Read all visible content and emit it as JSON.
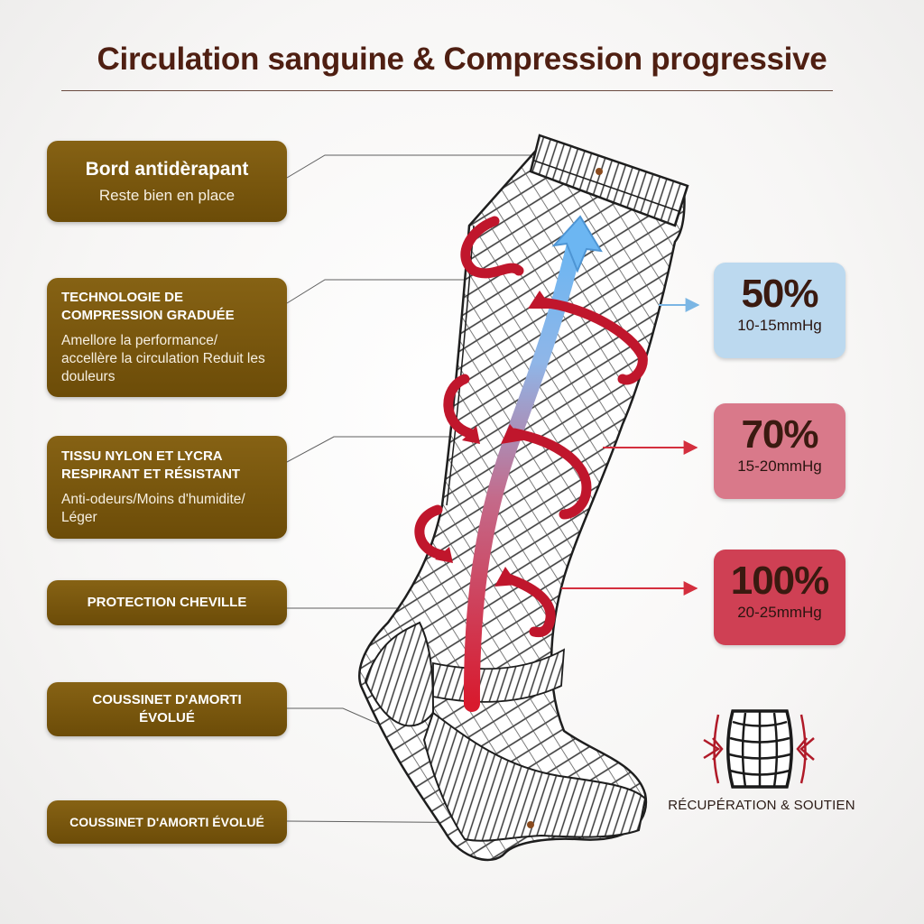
{
  "title": "Circulation sanguine & Compression progressive",
  "features": [
    {
      "title": "Bord antidèrapant",
      "desc": "Reste bien en place"
    },
    {
      "title": "TECHNOLOGIE DE COMPRESSION GRADUÉE",
      "desc": "Amellore la performance/ accellère la circulation Reduit les douleurs"
    },
    {
      "title": "TISSU NYLON ET LYCRA RESPIRANT ET RÉSISTANT",
      "desc": "Anti-odeurs/Moins d'humidite/ Léger"
    },
    {
      "title": "PROTECTION CHEVILLE"
    },
    {
      "title": "COUSSINET D'AMORTI ÉVOLUÉ"
    },
    {
      "title": "COUSSINET D'AMORTI ÉVOLUÉ"
    }
  ],
  "pressure_levels": [
    {
      "percent": "50%",
      "range": "10-15mmHg",
      "bg": "#bcd9ef",
      "text_color": "#3a1a10"
    },
    {
      "percent": "70%",
      "range": "15-20mmHg",
      "bg": "#d9798a",
      "text_color": "#3a1a10"
    },
    {
      "percent": "100%",
      "range": "20-25mmHg",
      "bg": "#cf4054",
      "text_color": "#3a1a10"
    }
  ],
  "recovery": {
    "label": "RÉCUPÉRATION & SOUTIEN",
    "icon": "compression-fabric-icon"
  },
  "colors": {
    "feature_box": "#7a5710",
    "compression_arrow": "#c0162c",
    "circulation_arrow": "#6fb4ee"
  }
}
